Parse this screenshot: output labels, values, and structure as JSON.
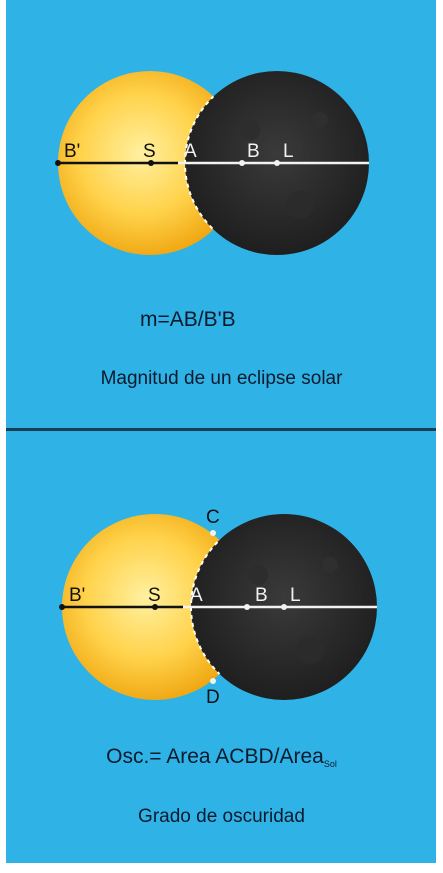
{
  "colors": {
    "background": "#2fb3e6",
    "sun_light": "#ffe98a",
    "sun_dark": "#f1a50a",
    "moon": "#232323",
    "line_dark": "#111111",
    "line_light": "#f2f2f2",
    "text": "#0c1a2e"
  },
  "panel1": {
    "labels": {
      "b_prime": "B'",
      "s": "S",
      "a": "A",
      "b": "B",
      "l": "L"
    },
    "formula": "m=AB/B'B",
    "title": "Magnitud de un eclipse solar"
  },
  "panel2": {
    "labels": {
      "b_prime": "B'",
      "s": "S",
      "a": "A",
      "b": "B",
      "l": "L",
      "c": "C",
      "d": "D"
    },
    "formula_main": "Osc.= Area ACBD/Area",
    "formula_sub": "Sol",
    "title": "Grado de oscuridad"
  }
}
